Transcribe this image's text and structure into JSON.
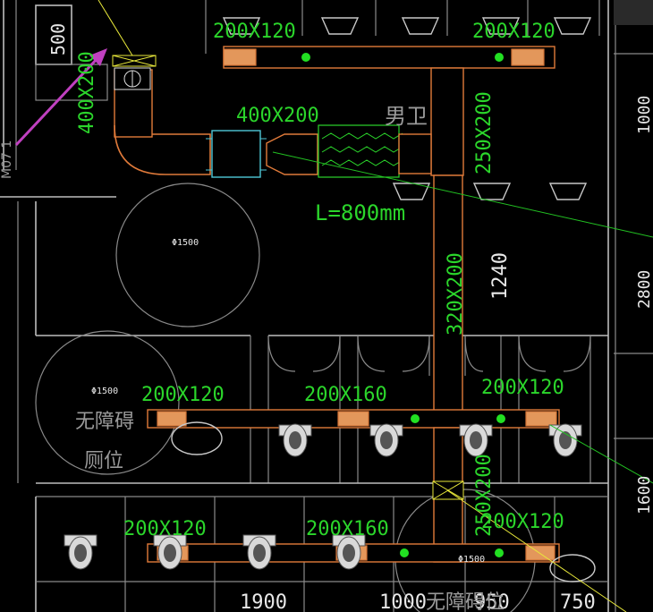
{
  "labels": {
    "duct_400x200_vertical": "400X200",
    "duct_400x200_horizontal": "400X200",
    "duct_250x200": "250X200",
    "duct_320x200": "320X200",
    "duct_250x200_lower": "250X200",
    "silencer_length": "L=800mm",
    "room_mens": "男卫",
    "grille_top_left": "200X120",
    "grille_top_right": "200X120",
    "grille_mid_left": "200X120",
    "grille_mid_center": "200X160",
    "grille_mid_right": "200X120",
    "grille_bot_left": "200X120",
    "grille_bot_center": "200X160",
    "grille_bot_right": "200X120",
    "dim_500": "500",
    "dim_1000": "1000",
    "dim_1240": "1240",
    "dim_2800": "2800",
    "dim_1600": "1600",
    "dim_1900": "1900",
    "dim_1000_bottom": "1000",
    "dim_950": "950",
    "dim_750": "750",
    "circle_1500_a": "Φ1500",
    "circle_1500_b": "Φ1500",
    "circle_1500_c": "Φ1500",
    "accessible_toilet_1": "无障碍",
    "accessible_toilet_2": "厕位",
    "accessible_bottom": "无障碍位",
    "left_edge_text": "M07 1"
  },
  "colors": {
    "background": "#000000",
    "duct": "#e07a3a",
    "label": "#2bd62b",
    "annotation_arrow": "#c040c0",
    "wall": "#bdbdbd",
    "silencer": "#2bd62b",
    "fan_box": "#4fc8d8"
  }
}
